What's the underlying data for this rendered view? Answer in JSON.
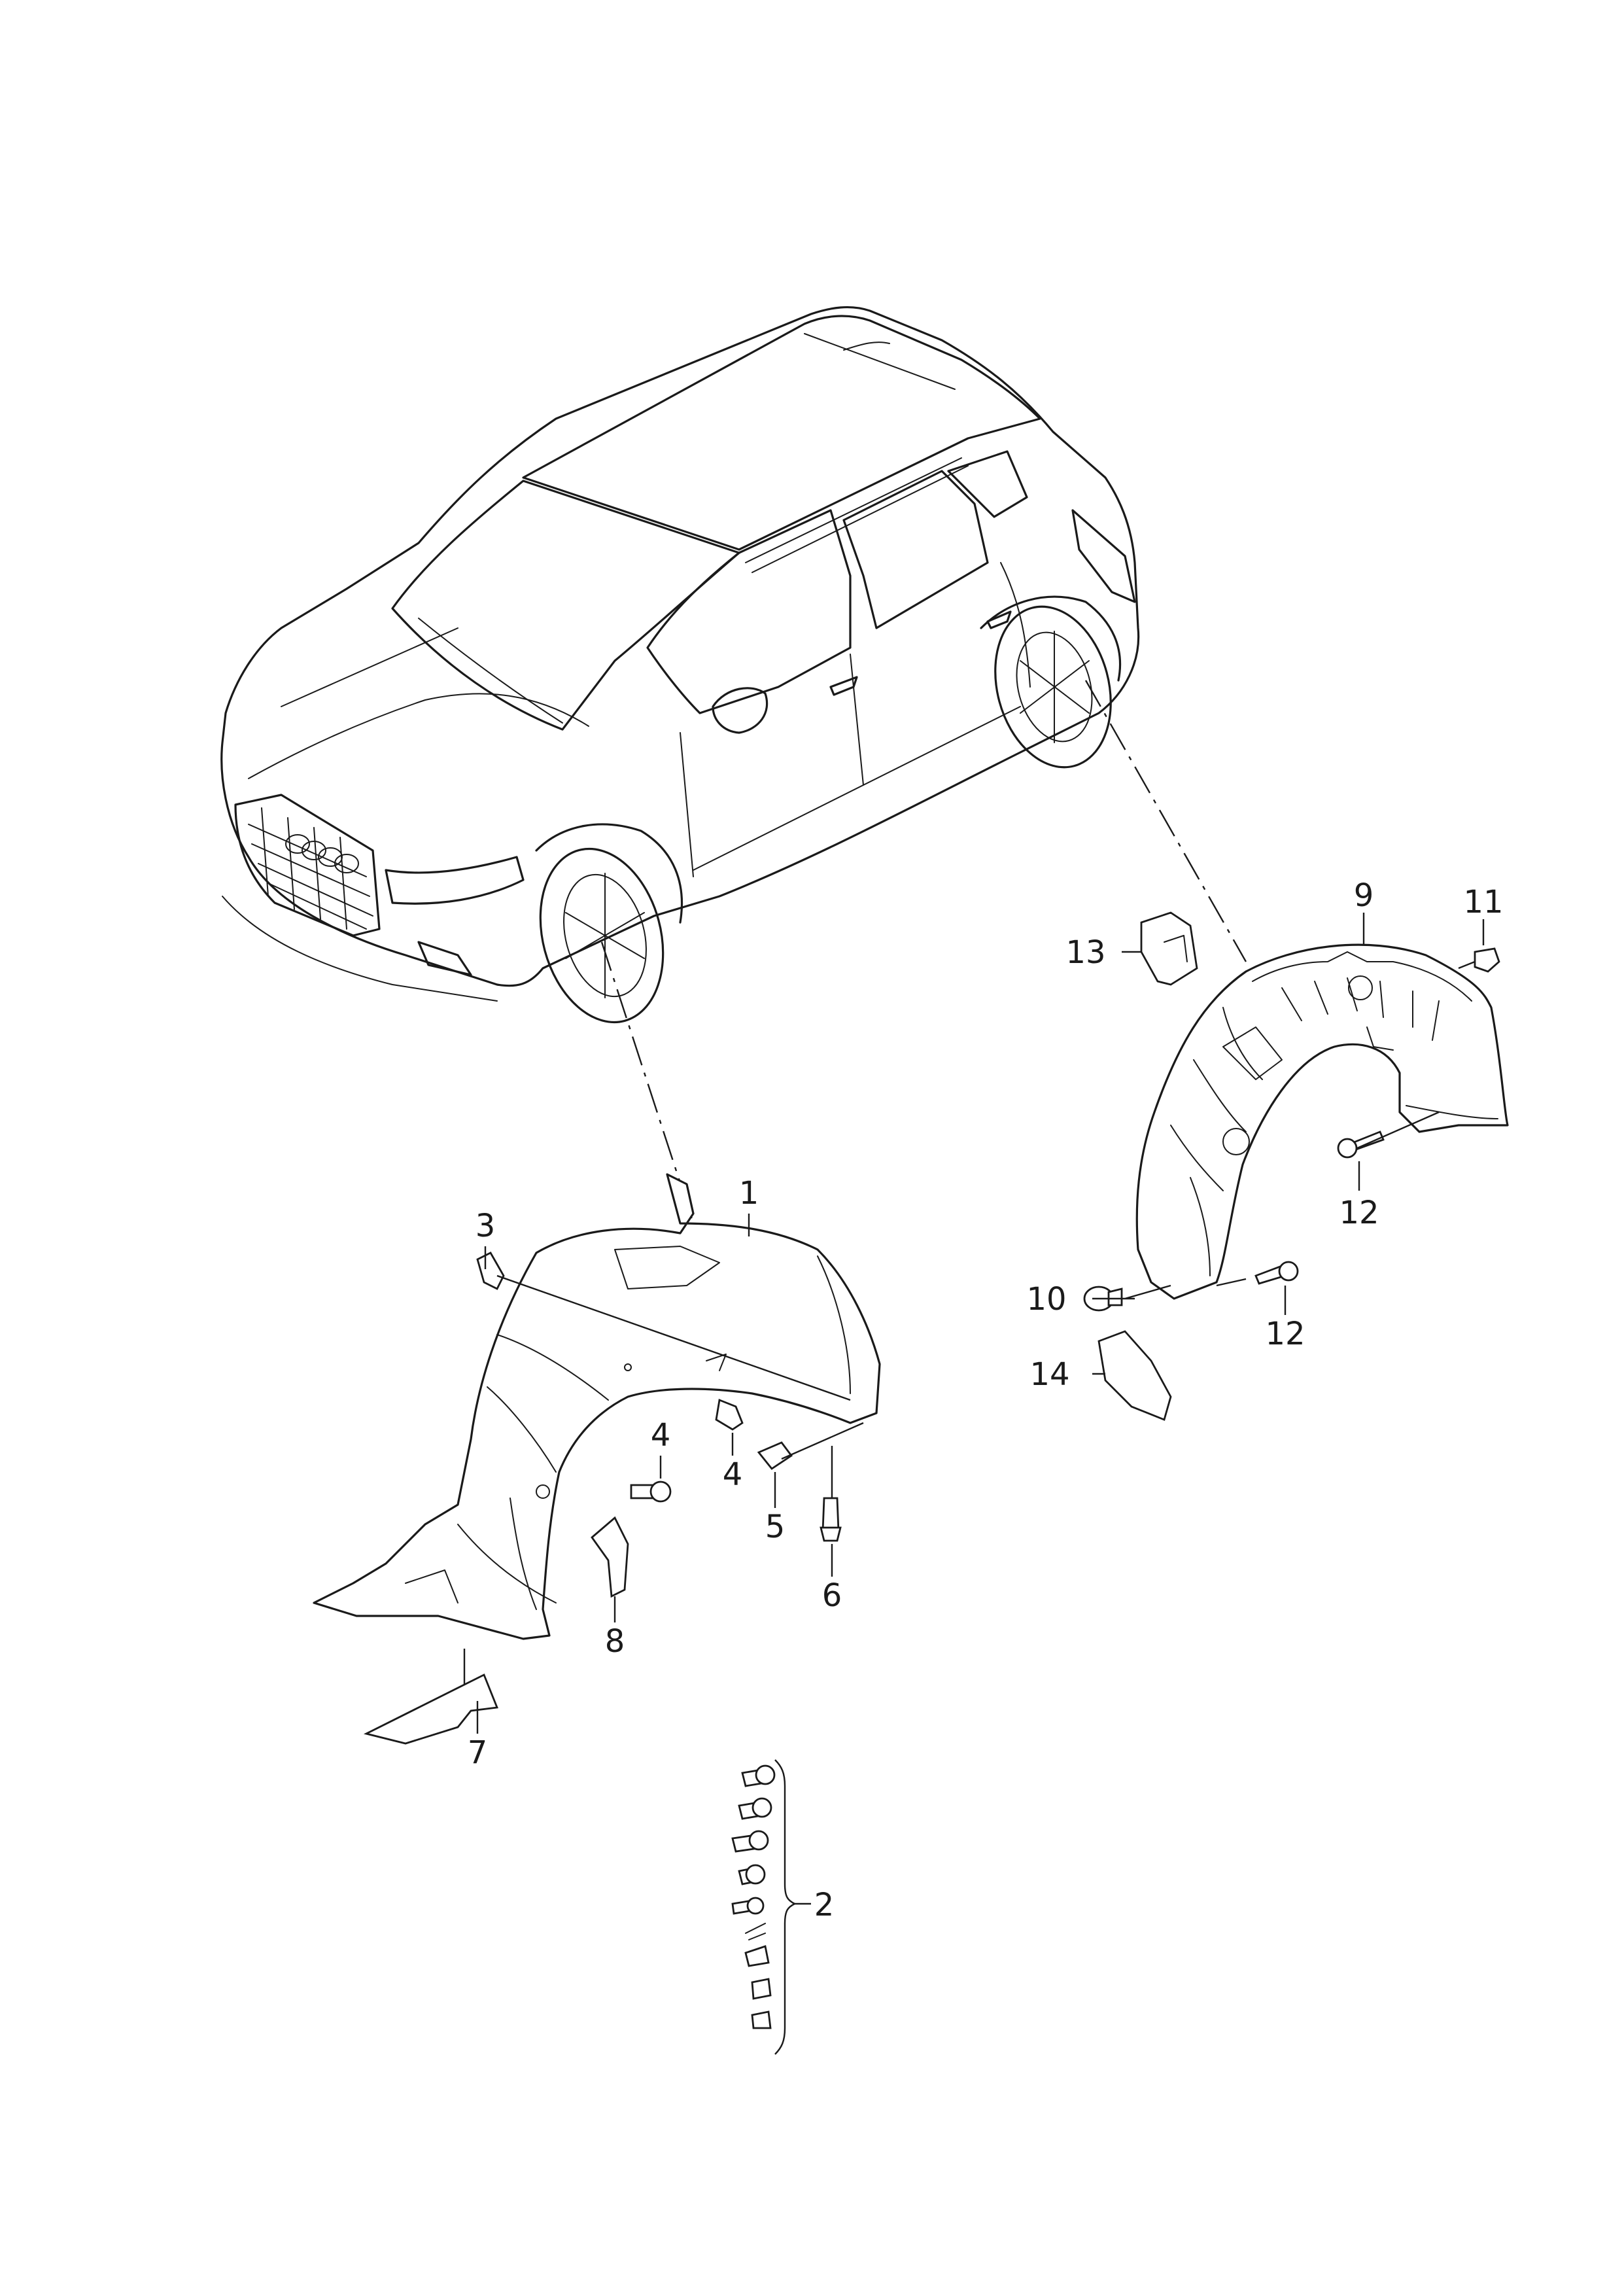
{
  "callouts": {
    "c1": "1",
    "c2": "2",
    "c3": "3",
    "c4a": "4",
    "c4b": "4",
    "c5": "5",
    "c6": "6",
    "c7": "7",
    "c8": "8",
    "c9": "9",
    "c10": "10",
    "c11": "11",
    "c12a": "12",
    "c12b": "12",
    "c13": "13",
    "c14": "14"
  }
}
